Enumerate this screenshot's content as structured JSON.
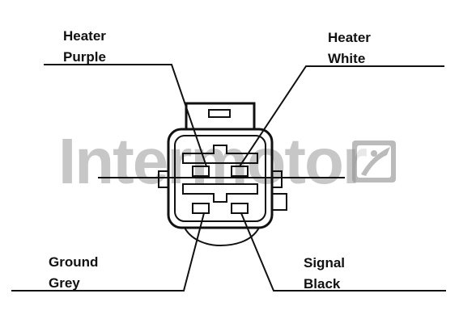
{
  "labels": {
    "top_left": {
      "line1": "Heater",
      "line2": "Purple"
    },
    "top_right": {
      "line1": "Heater",
      "line2": "White"
    },
    "bottom_left": {
      "line1": "Ground",
      "line2": "Grey"
    },
    "bottom_right": {
      "line1": "Signal",
      "line2": "Black"
    }
  },
  "watermark": {
    "text": "Intermotor",
    "logo": "intermotor-i-logo"
  },
  "colors": {
    "line": "#111111",
    "watermark": "#9a9a9a"
  }
}
